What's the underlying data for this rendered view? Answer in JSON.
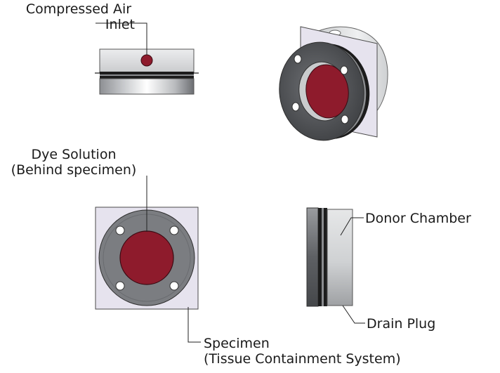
{
  "labels": {
    "compressed_air": [
      "Compressed Air",
      "Inlet"
    ],
    "dye_solution": [
      "Dye Solution",
      "(Behind specimen)"
    ],
    "specimen": [
      "Specimen",
      "(Tissue Containment System)"
    ],
    "donor_chamber": "Donor Chamber",
    "drain_plug": "Drain Plug"
  },
  "colors": {
    "specimen_red": "#8e1b2c",
    "ring_gray": "#7b7d81",
    "sheet_lavender": "#e6e3ee",
    "body_light": "#d9dbdc",
    "gasket_black": "#1c1c1c"
  }
}
